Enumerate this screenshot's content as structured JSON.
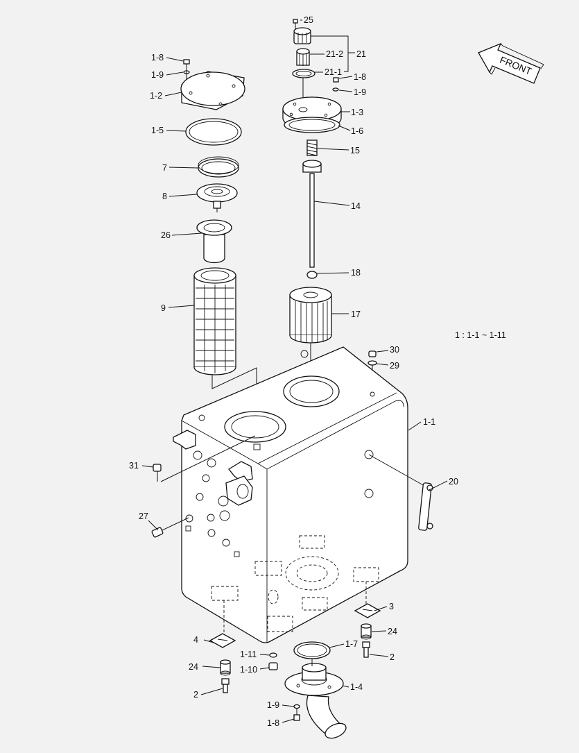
{
  "diagram": {
    "scale_note": "1 : 1-1 ~ 1-11",
    "front_label": "FRONT",
    "labels": {
      "l25": "25",
      "l21_2": "21-2",
      "l21": "21",
      "l21_1": "21-1",
      "l1_8a": "1-8",
      "l1_9a": "1-9",
      "l1_2": "1-2",
      "l1_8b": "1-8",
      "l1_9b": "1-9",
      "l1_3": "1-3",
      "l1_5": "1-5",
      "l1_6": "1-6",
      "l7": "7",
      "l15": "15",
      "l8": "8",
      "l14": "14",
      "l26": "26",
      "l18": "18",
      "l9": "9",
      "l17": "17",
      "l30": "30",
      "l29": "29",
      "l1_1": "1-1",
      "l31": "31",
      "l20": "20",
      "l27": "27",
      "l3": "3",
      "l4": "4",
      "l24a": "24",
      "l1_11": "1-11",
      "l1_7": "1-7",
      "l24b": "24",
      "l2a": "2",
      "l1_10": "1-10",
      "l2b": "2",
      "l1_4": "1-4",
      "l1_9c": "1-9",
      "l1_8c": "1-8"
    }
  }
}
